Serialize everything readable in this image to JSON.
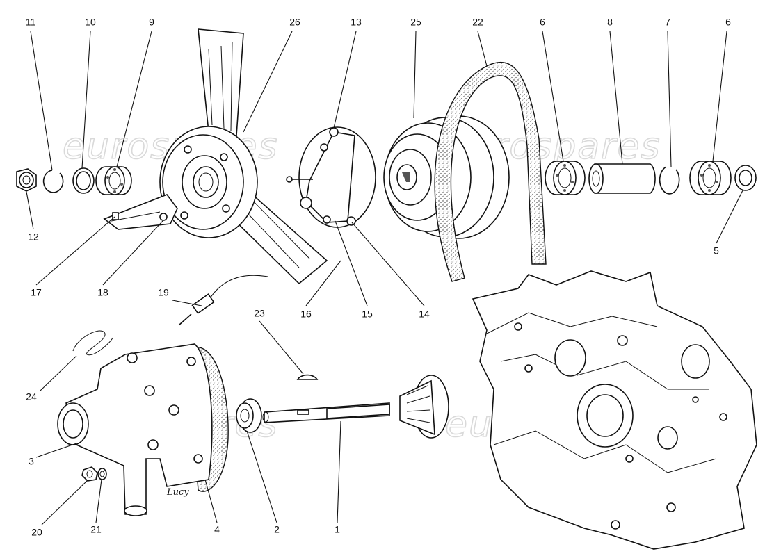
{
  "diagram": {
    "watermark_text": "eurospares",
    "signature": "Lucy",
    "callouts": [
      {
        "id": "c1",
        "label": "1"
      },
      {
        "id": "c2",
        "label": "2"
      },
      {
        "id": "c3",
        "label": "3"
      },
      {
        "id": "c4",
        "label": "4"
      },
      {
        "id": "c5",
        "label": "5"
      },
      {
        "id": "c6a",
        "label": "6"
      },
      {
        "id": "c6b",
        "label": "6"
      },
      {
        "id": "c7",
        "label": "7"
      },
      {
        "id": "c8",
        "label": "8"
      },
      {
        "id": "c9",
        "label": "9"
      },
      {
        "id": "c10",
        "label": "10"
      },
      {
        "id": "c11",
        "label": "11"
      },
      {
        "id": "c12",
        "label": "12"
      },
      {
        "id": "c13",
        "label": "13"
      },
      {
        "id": "c14",
        "label": "14"
      },
      {
        "id": "c15",
        "label": "15"
      },
      {
        "id": "c16",
        "label": "16"
      },
      {
        "id": "c17",
        "label": "17"
      },
      {
        "id": "c18",
        "label": "18"
      },
      {
        "id": "c19",
        "label": "19"
      },
      {
        "id": "c20",
        "label": "20"
      },
      {
        "id": "c21",
        "label": "21"
      },
      {
        "id": "c22",
        "label": "22"
      },
      {
        "id": "c23",
        "label": "23"
      },
      {
        "id": "c24",
        "label": "24"
      },
      {
        "id": "c25",
        "label": "25"
      },
      {
        "id": "c26",
        "label": "26"
      }
    ]
  }
}
